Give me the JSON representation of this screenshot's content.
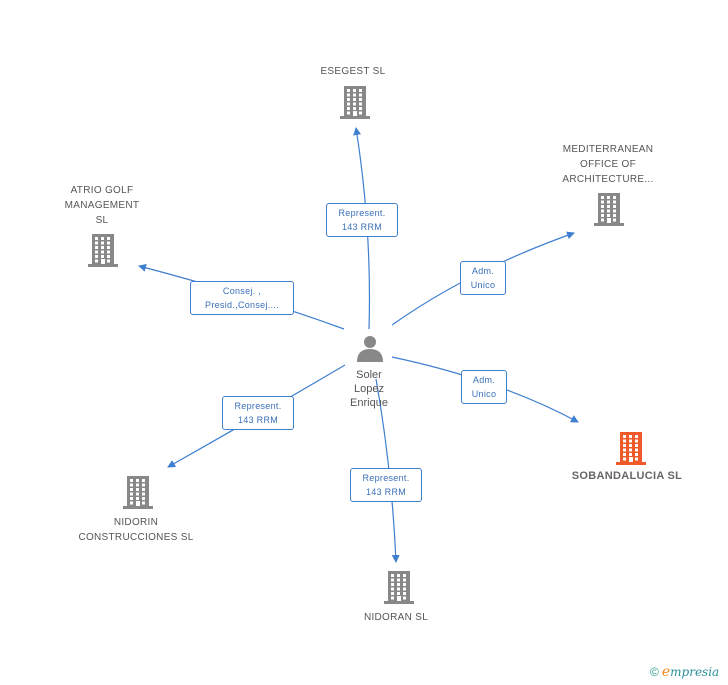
{
  "center": {
    "name_lines": [
      "Soler",
      "Lopez",
      "Enrique"
    ],
    "icon": "person-icon"
  },
  "companies": [
    {
      "id": "esegest",
      "lines": [
        "ESEGEST SL"
      ],
      "icon": "building-icon",
      "color": "#888888"
    },
    {
      "id": "mediterranean",
      "lines": [
        "MEDITERRANEAN",
        "OFFICE OF",
        "ARCHITECTURE..."
      ],
      "icon": "building-icon",
      "color": "#888888"
    },
    {
      "id": "atrio",
      "lines": [
        "ATRIO GOLF",
        "MANAGEMENT",
        "SL"
      ],
      "icon": "building-icon",
      "color": "#888888"
    },
    {
      "id": "sobandalucia",
      "lines": [
        "SOBANDALUCIA SL"
      ],
      "icon": "building-icon",
      "color": "#f05a2a",
      "highlight": true
    },
    {
      "id": "nidorin",
      "lines": [
        "NIDORIN",
        "CONSTRUCCIONES SL"
      ],
      "icon": "building-icon",
      "color": "#888888"
    },
    {
      "id": "nidoran",
      "lines": [
        "NIDORAN SL"
      ],
      "icon": "building-icon",
      "color": "#888888"
    }
  ],
  "relations": [
    {
      "to": "esegest",
      "lines": [
        "Represent.",
        "143 RRM"
      ]
    },
    {
      "to": "mediterranean",
      "lines": [
        "Adm.",
        "Unico"
      ]
    },
    {
      "to": "atrio",
      "lines": [
        "Consej. ,",
        "Presid.,Consej...."
      ]
    },
    {
      "to": "sobandalucia",
      "lines": [
        "Adm.",
        "Unico"
      ]
    },
    {
      "to": "nidorin",
      "lines": [
        "Represent.",
        "143 RRM"
      ]
    },
    {
      "to": "nidoran",
      "lines": [
        "Represent.",
        "143 RRM"
      ]
    }
  ],
  "colors": {
    "edge": "#3f7fd0",
    "node": "#888888",
    "highlight": "#f05a2a"
  },
  "footer": {
    "copyright": "©",
    "brand_initial": "e",
    "brand_rest": "mpresia"
  }
}
